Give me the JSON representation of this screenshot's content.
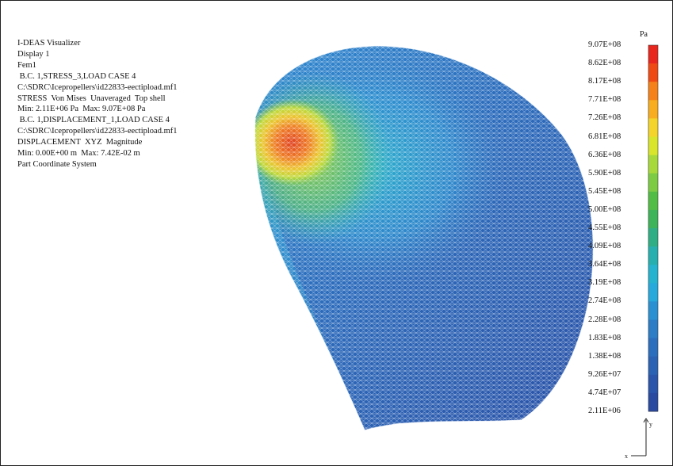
{
  "info_lines": [
    "I-DEAS Visualizer",
    "Display 1",
    "Fem1",
    " B.C. 1,STRESS_3,LOAD CASE 4",
    "C:\\SDRC\\Icepropellers\\id22833-eectipload.mf1",
    "STRESS  Von Mises  Unaveraged  Top shell",
    "Min: 2.11E+06 Pa  Max: 9.07E+08 Pa",
    " B.C. 1,DISPLACEMENT_1,LOAD CASE 4",
    "C:\\SDRC\\Icepropellers\\id22833-eectipload.mf1",
    "DISPLACEMENT  XYZ  Magnitude",
    "Min: 0.00E+00 m  Max: 7.42E-02 m",
    "Part Coordinate System"
  ],
  "legend": {
    "unit": "Pa",
    "ticks": [
      "9.07E+08",
      "8.62E+08",
      "8.17E+08",
      "7.71E+08",
      "7.26E+08",
      "6.81E+08",
      "6.36E+08",
      "5.90E+08",
      "5.45E+08",
      "5.00E+08",
      "4.55E+08",
      "4.09E+08",
      "3.64E+08",
      "3.19E+08",
      "2.74E+08",
      "2.28E+08",
      "1.83E+08",
      "1.38E+08",
      "9.26E+07",
      "4.74E+07",
      "2.11E+06"
    ],
    "colors": [
      "#e8261e",
      "#f04a14",
      "#f5811a",
      "#f7ad1f",
      "#f4d42a",
      "#d9e52a",
      "#a8d93a",
      "#7ccb43",
      "#52bd45",
      "#3db35a",
      "#2fae86",
      "#27afb0",
      "#25b3cf",
      "#27a9dc",
      "#2a90d2",
      "#2c7cc6",
      "#2c6ebe",
      "#2b62b4",
      "#2a55ab",
      "#2a4aa2"
    ]
  },
  "field_colors": {
    "hot": "#e24a22",
    "orange": "#f0a230",
    "yellow": "#e9dc38",
    "green": "#86c841",
    "cyan": "#27b4cf",
    "light_blue": "#2f8ed3",
    "blue": "#2c62b7",
    "deep_blue": "#28489d"
  }
}
